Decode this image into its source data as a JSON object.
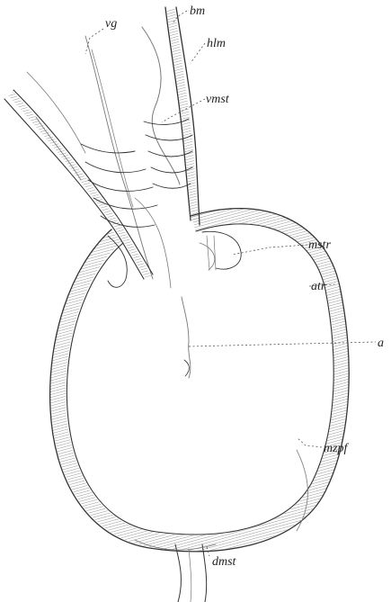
{
  "figure": {
    "labels": {
      "vg": "vg",
      "bm": "bm",
      "hlm": "hlm",
      "vmst": "vmst",
      "mstr": "mstr",
      "atr": "atr",
      "a": "a",
      "mzpf": "mzpf",
      "dmst": "dmst"
    }
  }
}
